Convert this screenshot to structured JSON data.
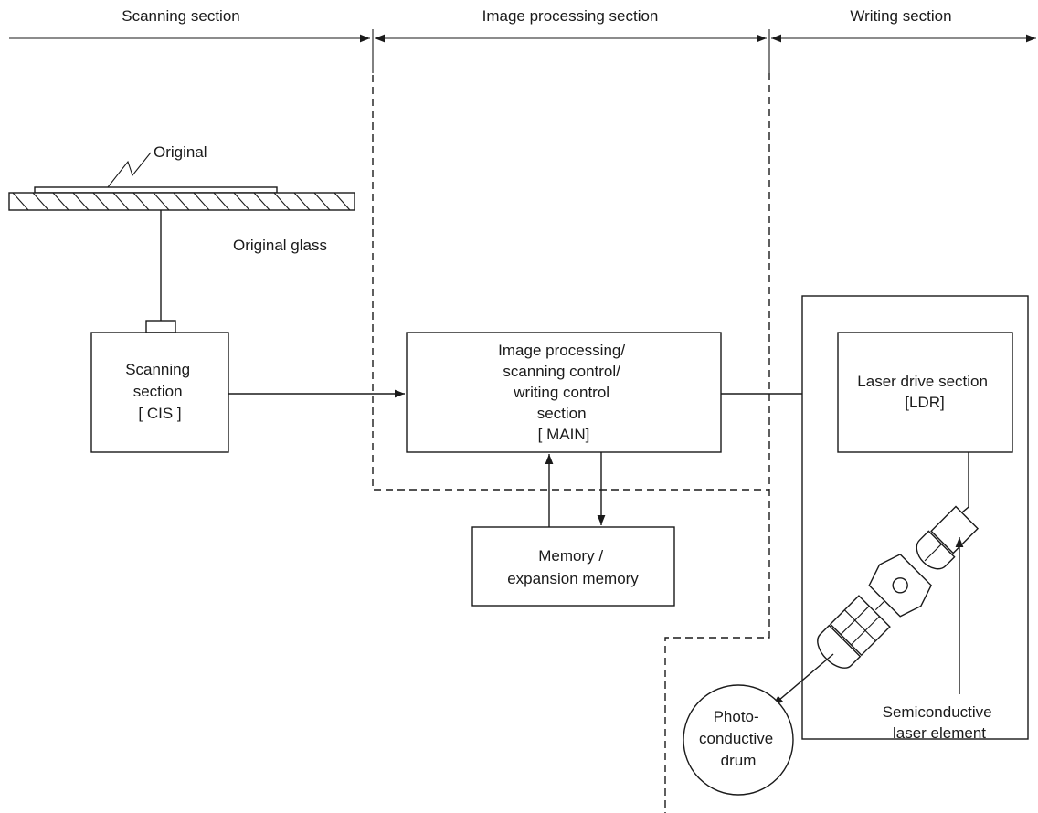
{
  "sections": {
    "scanning": "Scanning section",
    "image_processing": "Image processing section",
    "writing": "Writing section"
  },
  "labels": {
    "original": "Original",
    "original_glass": "Original glass",
    "semiconductive": [
      "Semiconductive",
      "laser element"
    ],
    "drum": [
      "Photo-",
      "conductive",
      "drum"
    ]
  },
  "boxes": {
    "cis": [
      "Scanning",
      "section",
      "[ CIS ]"
    ],
    "main": [
      "Image processing/",
      "scanning control/",
      "writing control",
      "section",
      "[ MAIN]"
    ],
    "memory": [
      "Memory /",
      "expansion memory"
    ],
    "ldr": [
      "Laser drive section",
      "[LDR]"
    ]
  }
}
